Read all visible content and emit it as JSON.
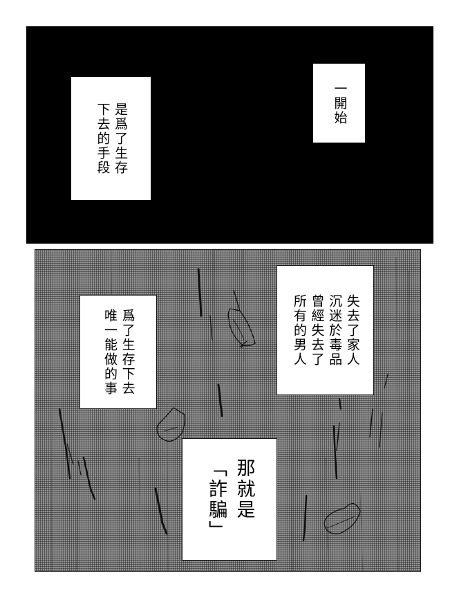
{
  "page": {
    "background": "#ffffff",
    "panels": [
      {
        "id": "top",
        "background": "#000000",
        "captions": [
          {
            "id": "caption-survival-means",
            "columns": [
              "是爲了生存",
              "下去的手段"
            ]
          },
          {
            "id": "caption-at-first",
            "columns": [
              "一開始"
            ]
          }
        ]
      },
      {
        "id": "bottom",
        "background": "screentone-gray",
        "tone_color": "#7c7c7c",
        "captions": [
          {
            "id": "caption-lost-men",
            "columns": [
              "失去了家人",
              "沉迷於毒品",
              "曾經失去了",
              "所有的男人"
            ]
          },
          {
            "id": "caption-only-thing",
            "columns": [
              "爲了生存下去",
              "唯一能做的事"
            ]
          },
          {
            "id": "caption-fraud",
            "columns": [
              "那就是",
              "「詐騙」"
            ]
          }
        ],
        "decorations": [
          "leaf-sketch",
          "leaf-sketch",
          "leaf-sketch",
          "rain-streaks"
        ]
      }
    ]
  }
}
